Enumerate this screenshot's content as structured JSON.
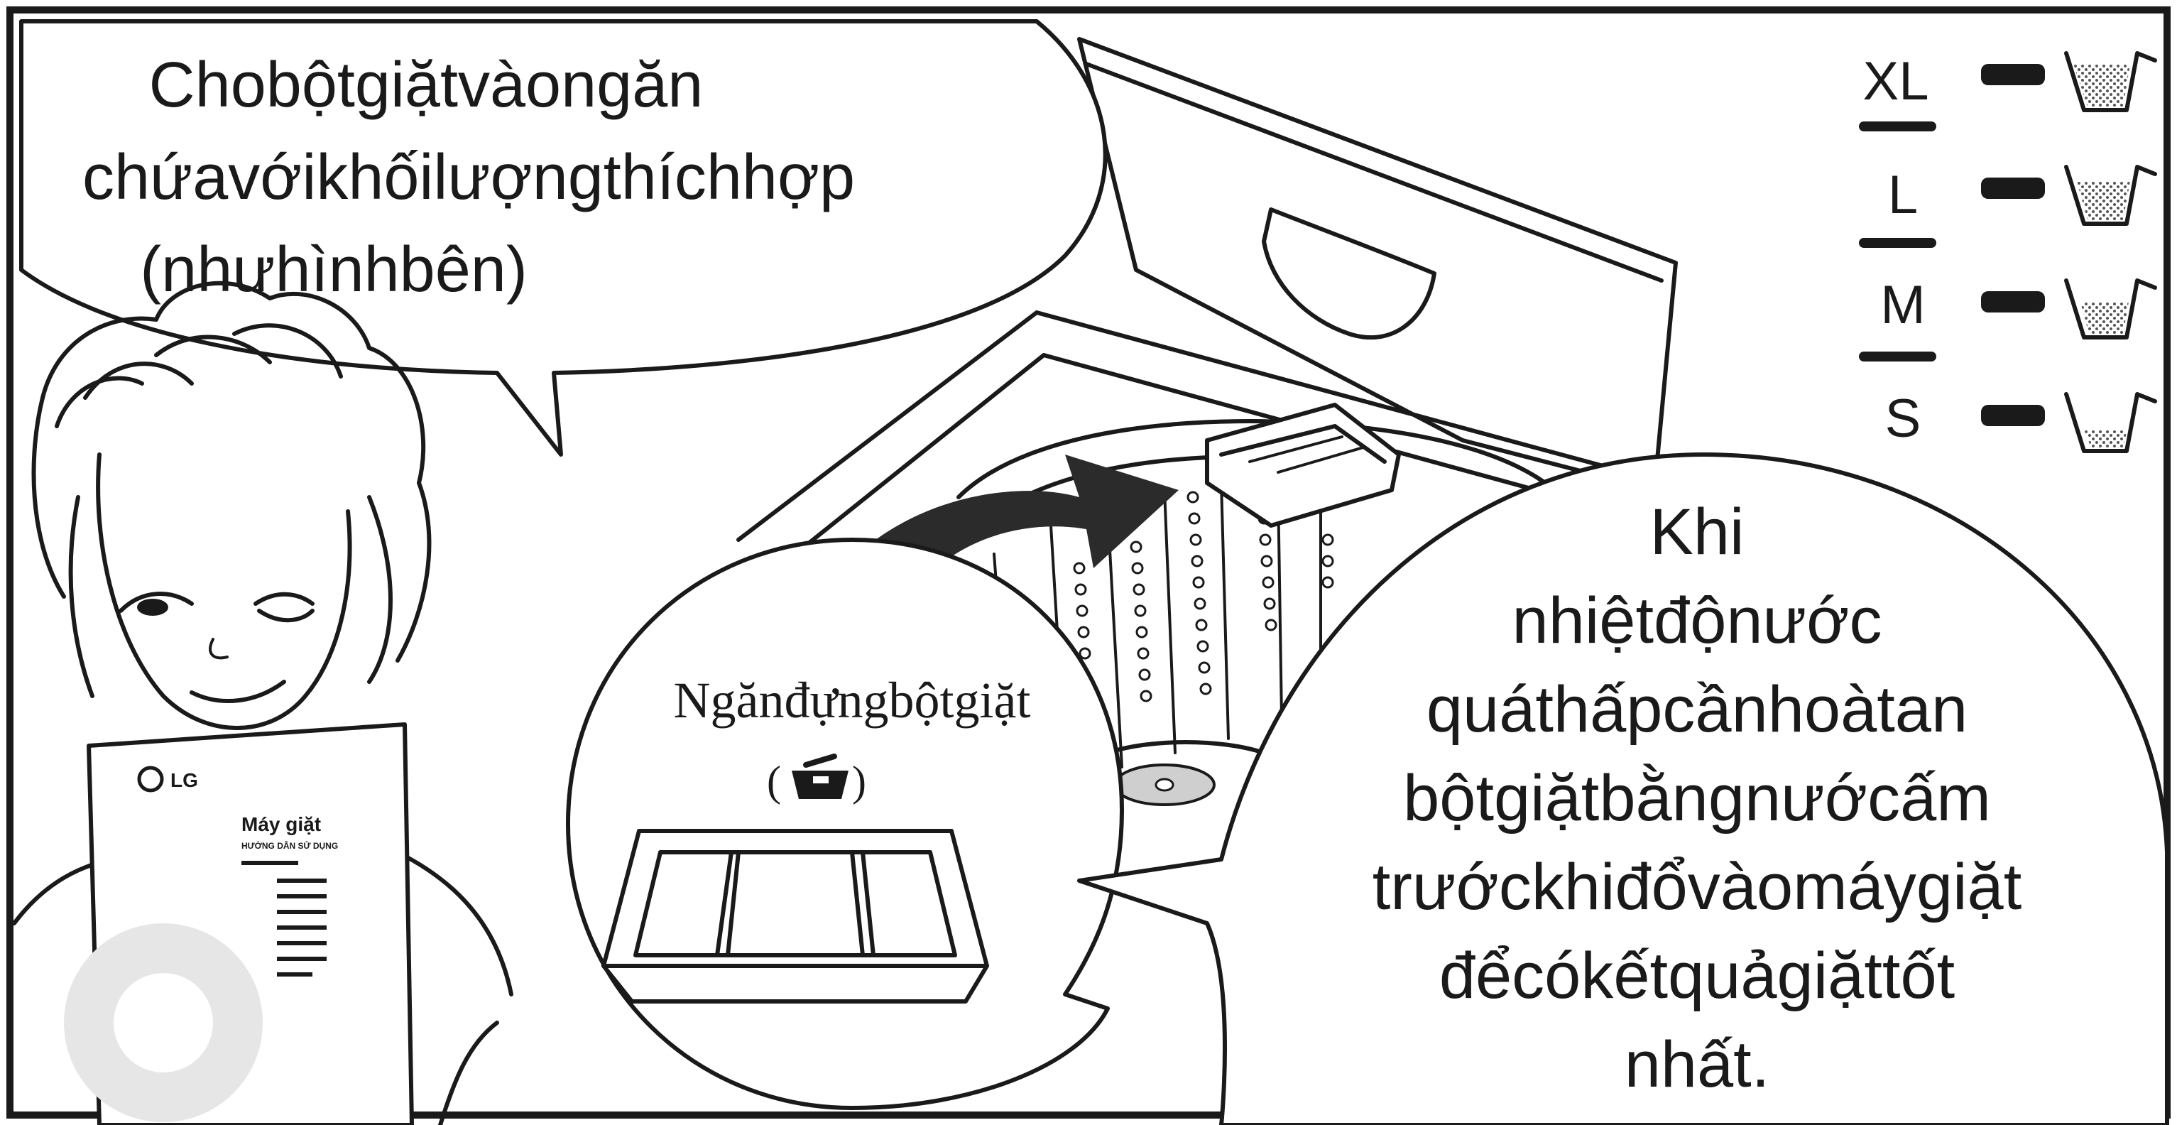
{
  "speech_bubble_left": {
    "lines": [
      "Chobộtgiặtvàongăn",
      "chứavớikhốilượngthíchhợp",
      "(nhưhìnhbên)"
    ]
  },
  "tray_callout": {
    "label": "Ngănđựngbộtgiặt",
    "symbol": "(",
    "symbol_close": ")"
  },
  "speech_bubble_right": {
    "lines": [
      "Khi",
      "nhiệtđộnước",
      "quáthấpcầnhoàtan",
      "bộtgiặtbằngnướcấm",
      "trướckhiđổvàomáygiặt",
      "đểcókếtquảgiặttốt",
      "nhất."
    ]
  },
  "load_levels": [
    "XL",
    "L",
    "M",
    "S"
  ],
  "manual": {
    "brand": "LG",
    "title": "Máy giặt",
    "subtitle": "HƯỚNG DẪN SỬ DỤNG"
  },
  "colors": {
    "ink": "#1a1a1a",
    "arrow": "#2b2b2b",
    "paper": "#ffffff",
    "watermark": "#e6e6e6"
  }
}
